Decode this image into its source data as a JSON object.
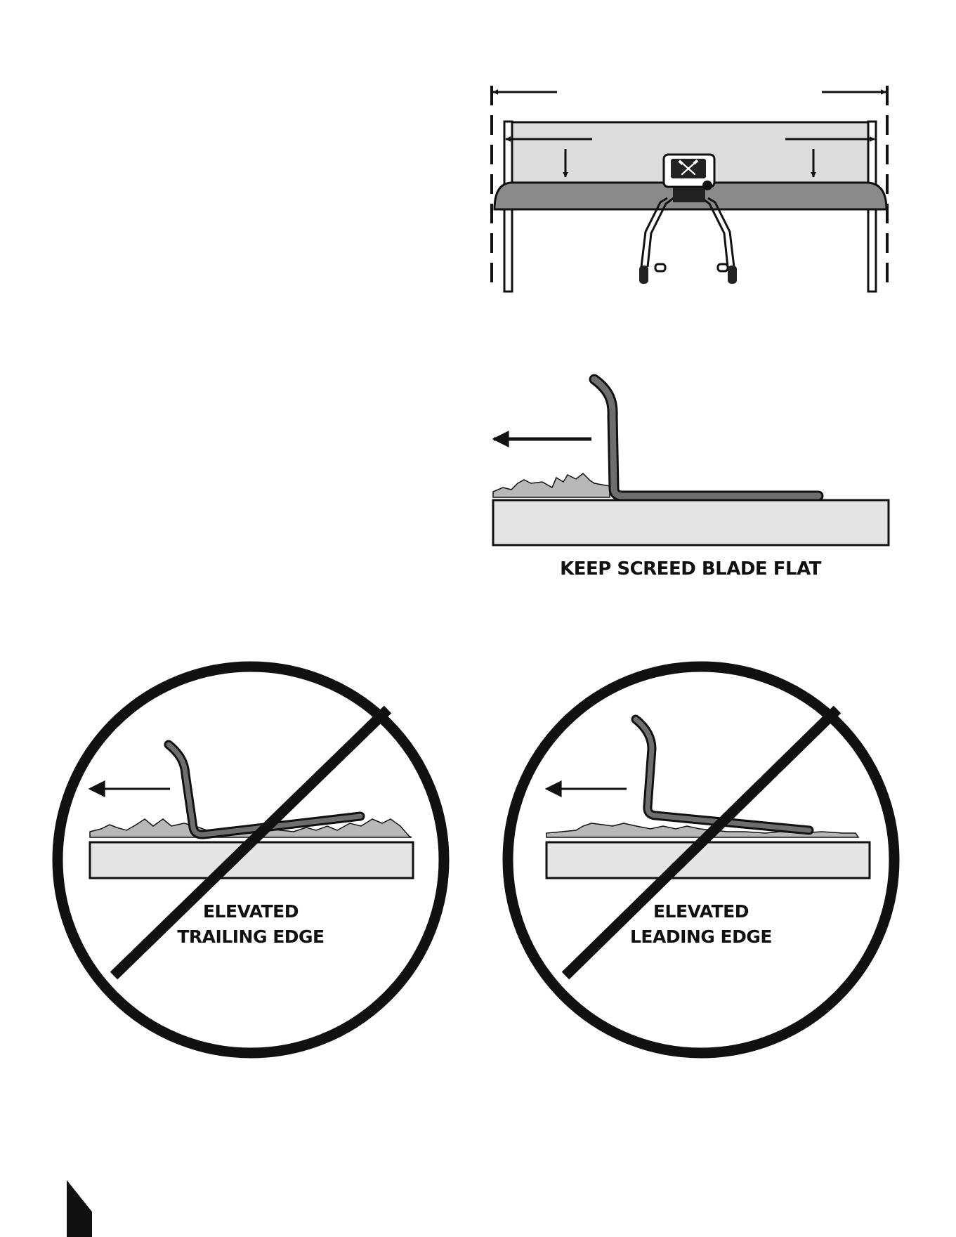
{
  "colors": {
    "ink": "#111111",
    "blade": "#6e6e6e",
    "board_fill": "#e4e4e4",
    "panel_fill": "#dcdcdc",
    "aggregate": "#b8b8b8",
    "device_dark": "#222222",
    "corner_tab": "#111111"
  },
  "icons": {
    "device_logo": "crossed-hammers-icon",
    "direction_arrow": "arrow-left-icon",
    "prohibition": "prohibition-circle-icon"
  },
  "figures": {
    "correct": {
      "caption": "KEEP SCREED BLADE FLAT"
    },
    "wrong_trailing": {
      "caption_line1": "ELEVATED",
      "caption_line2": "TRAILING EDGE"
    },
    "wrong_leading": {
      "caption_line1": "ELEVATED",
      "caption_line2": "LEADING EDGE"
    }
  }
}
